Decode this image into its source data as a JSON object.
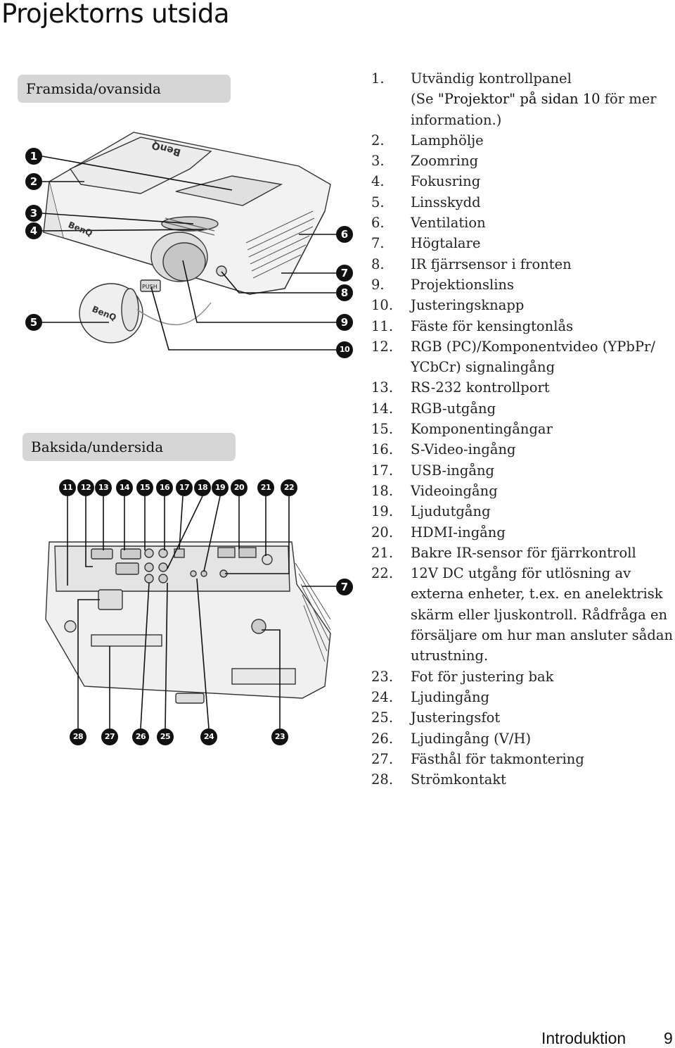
{
  "page": {
    "title": "Projektorns utsida",
    "sections": {
      "front": "Framsida/ovansida",
      "back": "Baksida/undersida"
    }
  },
  "parts": [
    {
      "num": "1.",
      "text": "Utvändig kontrollpanel",
      "sub_before": "(Se ",
      "link": "\"Projektor\" på sidan 10",
      "sub_after": " för mer information.)"
    },
    {
      "num": "2.",
      "text": "Lamphölje"
    },
    {
      "num": "3.",
      "text": "Zoomring"
    },
    {
      "num": "4.",
      "text": "Fokusring"
    },
    {
      "num": "5.",
      "text": "Linsskydd"
    },
    {
      "num": "6.",
      "text": "Ventilation"
    },
    {
      "num": "7.",
      "text": "Högtalare"
    },
    {
      "num": "8.",
      "text": "IR fjärrsensor i fronten"
    },
    {
      "num": "9.",
      "text": "Projektionslins"
    },
    {
      "num": "10.",
      "text": "Justeringsknapp"
    },
    {
      "num": "11.",
      "text": "Fäste för kensingtonlås"
    },
    {
      "num": "12.",
      "text": "RGB (PC)/Komponentvideo (YPbPr/ YCbCr) signalingång"
    },
    {
      "num": "13.",
      "text": "RS-232 kontrollport"
    },
    {
      "num": "14.",
      "text": "RGB-utgång"
    },
    {
      "num": "15.",
      "text": "Komponentingångar"
    },
    {
      "num": "16.",
      "text": "S-Video-ingång"
    },
    {
      "num": "17.",
      "text": "USB-ingång"
    },
    {
      "num": "18.",
      "text": "Videoingång"
    },
    {
      "num": "19.",
      "text": "Ljudutgång"
    },
    {
      "num": "20.",
      "text": "HDMI-ingång"
    },
    {
      "num": "21.",
      "text": "Bakre IR-sensor för fjärrkontroll"
    },
    {
      "num": "22.",
      "text": "12V DC utgång för utlösning av externa enheter, t.ex. en anelektrisk skärm eller ljuskontroll. Rådfråga en försäljare om hur man ansluter sådan utrustning."
    },
    {
      "num": "23.",
      "text": "Fot för justering bak"
    },
    {
      "num": "24.",
      "text": "Ljudingång"
    },
    {
      "num": "25.",
      "text": "Justeringsfot"
    },
    {
      "num": "26.",
      "text": "Ljudingång (V/H)"
    },
    {
      "num": "27.",
      "text": "Fästhål för takmontering"
    },
    {
      "num": "28.",
      "text": "Strömkontakt"
    }
  ],
  "callouts_front": [
    "1",
    "2",
    "3",
    "4",
    "5",
    "6",
    "7",
    "8",
    "9",
    "10"
  ],
  "callouts_back": [
    "11",
    "12",
    "13",
    "14",
    "15",
    "16",
    "17",
    "18",
    "19",
    "20",
    "21",
    "22",
    "7",
    "28",
    "27",
    "26",
    "25",
    "24",
    "23"
  ],
  "brand_logo": "BenQ",
  "push_label": "PUSH",
  "footer": {
    "section": "Introduktion",
    "page": "9"
  }
}
